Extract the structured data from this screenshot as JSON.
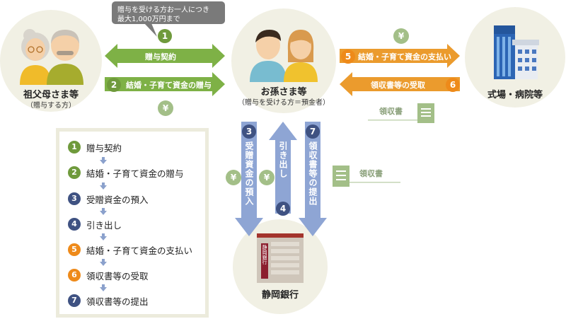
{
  "grandparents": {
    "label": "祖父母さま等",
    "sub": "（贈与する方）"
  },
  "grandchildren": {
    "label": "お孫さま等",
    "sub": "（贈与を受ける方＝預金者）"
  },
  "hospital": {
    "label": "式場・病院等"
  },
  "bank": {
    "label": "静岡銀行",
    "sign": "静岡銀行"
  },
  "callout": {
    "line1": "贈与を受ける方お一人につき",
    "line2": "最大1,000万円まで"
  },
  "yen_symbol": "¥",
  "arrows": {
    "a1": {
      "num": "1",
      "text": "贈与契約"
    },
    "a2": {
      "num": "2",
      "text": "結婚・子育て資金の贈与"
    },
    "a5": {
      "num": "5",
      "text": "結婚・子育て資金の支払い"
    },
    "a6": {
      "num": "6",
      "text": "領収書等の受取"
    },
    "a3": {
      "num": "3",
      "text": "受贈資金の預入"
    },
    "a4": {
      "num": "4",
      "text": "引き出し"
    },
    "a7": {
      "num": "7",
      "text": "領収書等の提出"
    }
  },
  "receipt_label": "領収書",
  "steps": [
    {
      "num": "1",
      "text": "贈与契約"
    },
    {
      "num": "2",
      "text": "結婚・子育て資金の贈与"
    },
    {
      "num": "3",
      "text": "受贈資金の預入"
    },
    {
      "num": "4",
      "text": "引き出し"
    },
    {
      "num": "5",
      "text": "結婚・子育て資金の支払い"
    },
    {
      "num": "6",
      "text": "領収書等の受取"
    },
    {
      "num": "7",
      "text": "領収書等の提出"
    }
  ],
  "colors": {
    "green": "#7eb146",
    "orange": "#eb9b2d",
    "blue": "#8ea5d4",
    "navy": "#3f5282",
    "circle_bg": "#f1f0e4"
  }
}
